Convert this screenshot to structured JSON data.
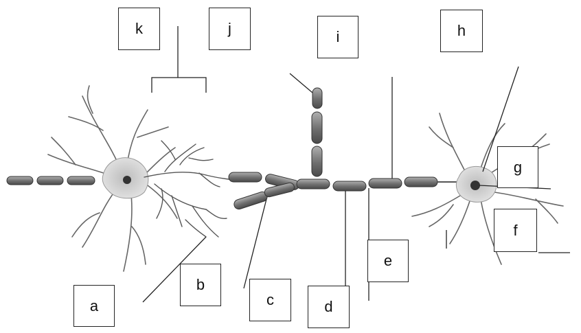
{
  "labels": {
    "a": "a",
    "b": "b",
    "c": "c",
    "d": "d",
    "e": "e",
    "f": "f",
    "g": "g",
    "h": "h",
    "i": "i",
    "j": "j",
    "k": "k"
  },
  "colors": {
    "background": "#ffffff",
    "myelin": "#8a8a8a",
    "soma": "#cfcfcf",
    "line": "#222222"
  }
}
